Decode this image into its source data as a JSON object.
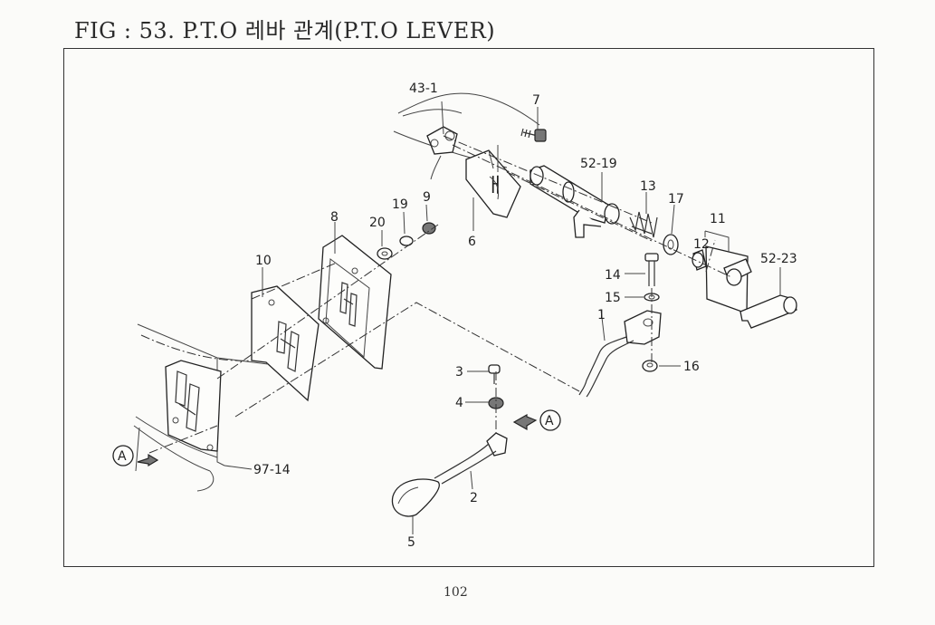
{
  "figure": {
    "title": "FIG : 53. P.T.O 레바 관계(P.T.O LEVER)",
    "page_number": "102"
  },
  "callouts": {
    "p43_1": "43-1",
    "p7": "7",
    "p52_19": "52-19",
    "p13": "13",
    "p17": "17",
    "p11": "11",
    "p12": "12",
    "p52_23": "52-23",
    "p6": "6",
    "p9": "9",
    "p19": "19",
    "p20": "20",
    "p8": "8",
    "p10": "10",
    "p14": "14",
    "p15": "15",
    "p1": "1",
    "p16": "16",
    "p3": "3",
    "p4": "4",
    "p2": "2",
    "p5": "5",
    "p97_14": "97-14"
  },
  "reference_marks": {
    "left": "A",
    "right": "A"
  }
}
